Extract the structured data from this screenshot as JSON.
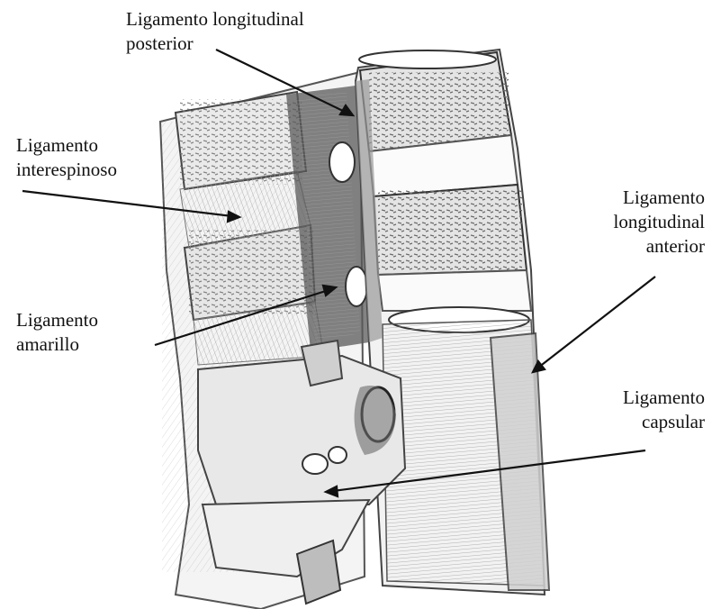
{
  "labels": {
    "posterior": [
      "Ligamento longitudinal",
      "posterior"
    ],
    "interespinoso": [
      "Ligamento",
      "interespinoso"
    ],
    "amarillo": [
      "Ligamento",
      "amarillo"
    ],
    "anterior": [
      "Ligamento",
      "longitudinal",
      "anterior"
    ],
    "capsular": [
      "Ligamento",
      "capsular"
    ]
  },
  "colors": {
    "ink": "#111111",
    "pencil": "#4a4a4a",
    "shade": "#8a8a8a",
    "paper": "#ffffff"
  }
}
